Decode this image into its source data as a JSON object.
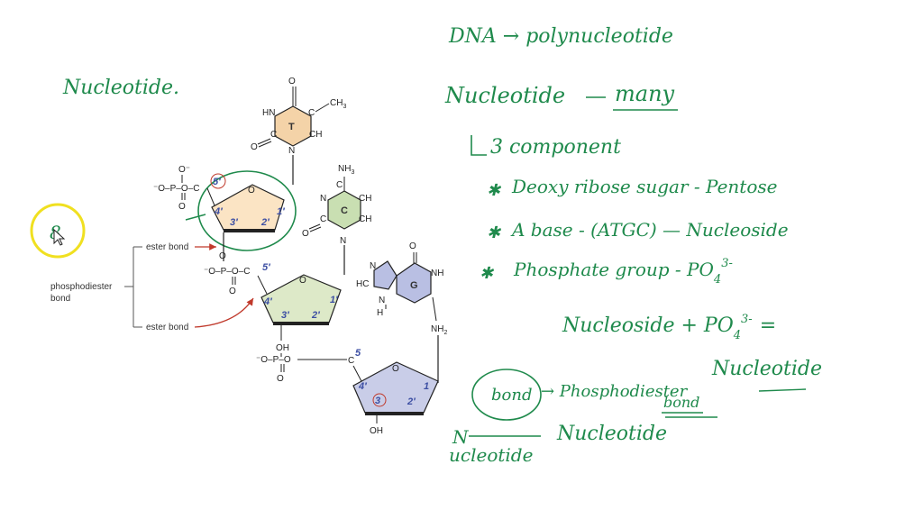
{
  "diagram": {
    "labels": {
      "ester_bond_top": "ester bond",
      "ester_bond_bottom": "ester bond",
      "phosphodiester_line1": "phosphodiester",
      "phosphodiester_line2": "bond"
    },
    "bases": {
      "t": "T",
      "c": "C",
      "g": "G"
    },
    "atoms": {
      "o": "O",
      "c": "C",
      "hn": "HN",
      "n": "N",
      "ch3": "CH3",
      "ch": "CH",
      "nh3": "NH3",
      "nh": "NH",
      "nh2": "NH2",
      "hc": "HC",
      "oh": "OH",
      "p": "P",
      "ominus": "⁻O",
      "h": "H"
    },
    "primes": {
      "p5": "5′",
      "p4": "4′",
      "p3": "3′",
      "p2": "2′",
      "p1": "1′",
      "p5b": "5",
      "p3b": "3",
      "p1b": "1"
    }
  },
  "notes": {
    "nucleotide_heading": "Nucleotide.",
    "line1": "DNA → polynucleotide",
    "line2_a": "Nucleotide",
    "line2_b": "many",
    "line3": "3 component",
    "line4": "Deoxy ribose sugar - Pentose",
    "line5": "A base - (ATGC) — Nucleoside",
    "line6": "Phosphate group - PO",
    "line6_sub": "4",
    "line6_sup": "3-",
    "line7": "Nucleoside + PO",
    "line7_sub": "4",
    "line7_sup": "3-",
    "line7_eq": "=",
    "line8": "Nucleotide",
    "line9_bond": "bond",
    "line9_rest": "→ Phosphodiester",
    "line10_bond": "bond",
    "line11_n": "N",
    "line11_rest": "Nucleotide",
    "line12": "ucleotide"
  },
  "cursor": {
    "symbol": "8"
  },
  "colors": {
    "ink": "#1f8a4c",
    "t_fill": "#f4d3a8",
    "c_fill": "#c9dfb2",
    "g_fill": "#b9bfe3",
    "sugar1_fill": "#fbe4c4",
    "sugar2_fill": "#dde9c8",
    "sugar3_fill": "#c9cde8",
    "arrow": "#c0392b",
    "cursor_ring": "#f0e020"
  }
}
